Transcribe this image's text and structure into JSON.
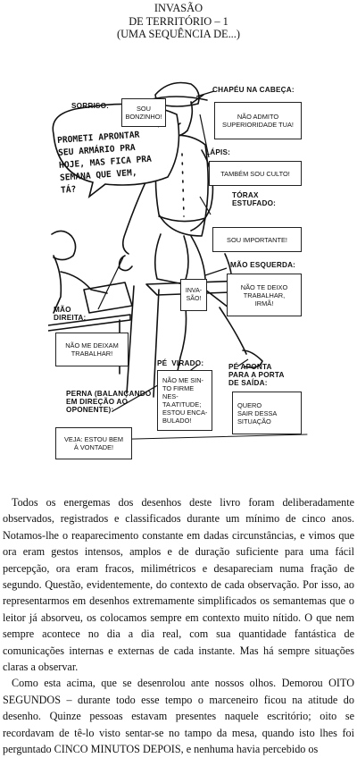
{
  "header": {
    "line1": "INVASÃO",
    "line2": "DE TERRITÓRIO – 1",
    "line3": "(UMA SEQUÊNCIA DE...)"
  },
  "cartoon": {
    "bubble_text": "PROMETI APRONTAR\nSEU ARMÁRIO PRA\nHOJE, MAS FICA PRA\nSEMANA QUE VEM,\nTÁ?",
    "annotations": [
      {
        "id": "sorriso",
        "label": "SORRISO:",
        "box": "SOU\nBONZINHO!"
      },
      {
        "id": "chapeu",
        "label": "CHAPÉU NA CABEÇA:",
        "box": "NÃO ADMITO\nSUPERIORIDADE TUA!"
      },
      {
        "id": "lapis",
        "label": "LÁPIS:",
        "box": "TAMBÉM SOU CULTO!"
      },
      {
        "id": "torax",
        "label": "TÓRAX\nESTUFADO:",
        "box": "SOU IMPORTANTE!"
      },
      {
        "id": "mao-esquerda",
        "label": "MÃO ESQUERDA:",
        "box": "NÃO TE DEIXO\nTRABALHAR,\nIRMÃ!"
      },
      {
        "id": "invasao",
        "label": "",
        "box": "INVA-\nSÃO!"
      },
      {
        "id": "mao-direita",
        "label": "MÃO\nDIREITA:",
        "box": "NÃO ME DEIXAM\nTRABALHAR!"
      },
      {
        "id": "pe-virado",
        "label": "PÉ  VIRADO:",
        "box": "NÃO ME SIN-\nTO FIRME NES-\nTA ATITUDE;\nESTOU ENCA-\nBULADO!"
      },
      {
        "id": "pe-aponta",
        "label": "PÉ APONTA\nPARA A PORTA\nDE SAÍDA:",
        "box": "QUERO\nSAIR DESSA\nSITUAÇÃO"
      },
      {
        "id": "perna",
        "label": "PERNA (BALANÇANDO\nEM DIREÇÃO AO\nOPONENTE):",
        "box": "VEJA: ESTOU BEM\nÀ VONTADE!"
      }
    ]
  },
  "body": {
    "p1": "Todos os energemas dos desenhos deste livro foram deliberadamente observados, registrados e classificados durante um mínimo de cinco anos. Notamos-lhe o reaparecimento constante em dadas circunstâncias, e vimos que ora eram gestos intensos, amplos e de duração suficiente para uma fácil percepção, ora eram fracos, milimétricos e desapareciam numa fração de segundo. Questão, evidentemente, do contexto de cada observação. Por isso, ao representarmos em desenhos extremamente simplificados os semantemas que o leitor já absorveu, os colocamos sempre em contexto muito nítido. O que nem sempre acontece no dia a dia real, com sua quantidade fantástica de comunicações internas e externas de cada instante. Mas há sempre situações claras a observar.",
    "p2": "Como esta acima, que se desenrolou ante nossos olhos. Demorou OITO SEGUNDOS – durante todo esse tempo o marceneiro ficou na atitude do desenho. Quinze pessoas estavam presentes naquele escritório; oito se recordavam de tê-lo visto sentar-se no tampo da mesa, quando isto lhes foi perguntado CINCO MINUTOS DEPOIS, e nenhuma havia percebido os"
  }
}
